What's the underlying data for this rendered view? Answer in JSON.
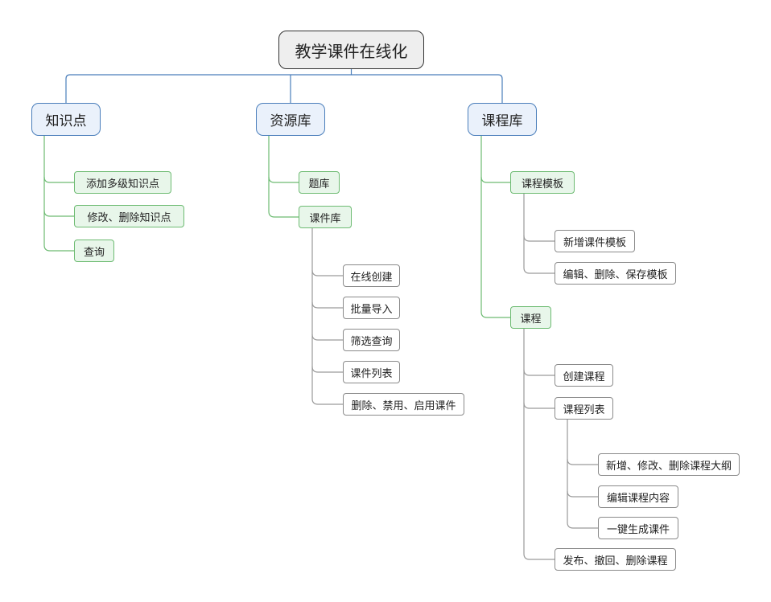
{
  "root": {
    "label": "教学课件在线化"
  },
  "branches": {
    "knowledge": {
      "label": "知识点",
      "children": [
        "添加多级知识点",
        "修改、删除知识点",
        "查询"
      ]
    },
    "resource": {
      "label": "资源库",
      "question_bank": "题库",
      "courseware_lib": {
        "label": "课件库",
        "children": [
          "在线创建",
          "批量导入",
          "筛选查询",
          "课件列表",
          "删除、禁用、启用课件"
        ]
      }
    },
    "course": {
      "label": "课程库",
      "template": {
        "label": "课程模板",
        "children": [
          "新增课件模板",
          "编辑、删除、保存模板"
        ]
      },
      "course": {
        "label": "课程",
        "create": "创建课程",
        "list": {
          "label": "课程列表",
          "children": [
            "新增、修改、删除课程大纲",
            "编辑课程内容",
            "一键生成课件"
          ]
        },
        "publish": "发布、撤回、删除课程"
      }
    }
  },
  "colors": {
    "root_border": "#333333",
    "level1_border": "#4a7ebb",
    "level1_fill": "#eaf1fb",
    "level2_border": "#6dbb72",
    "level2_fill": "#e8f6ea",
    "level3_border": "#8a8a8a",
    "blue_connector": "#4a7ebb",
    "green_connector": "#6dbb72",
    "gray_connector": "#9a9a9a"
  }
}
